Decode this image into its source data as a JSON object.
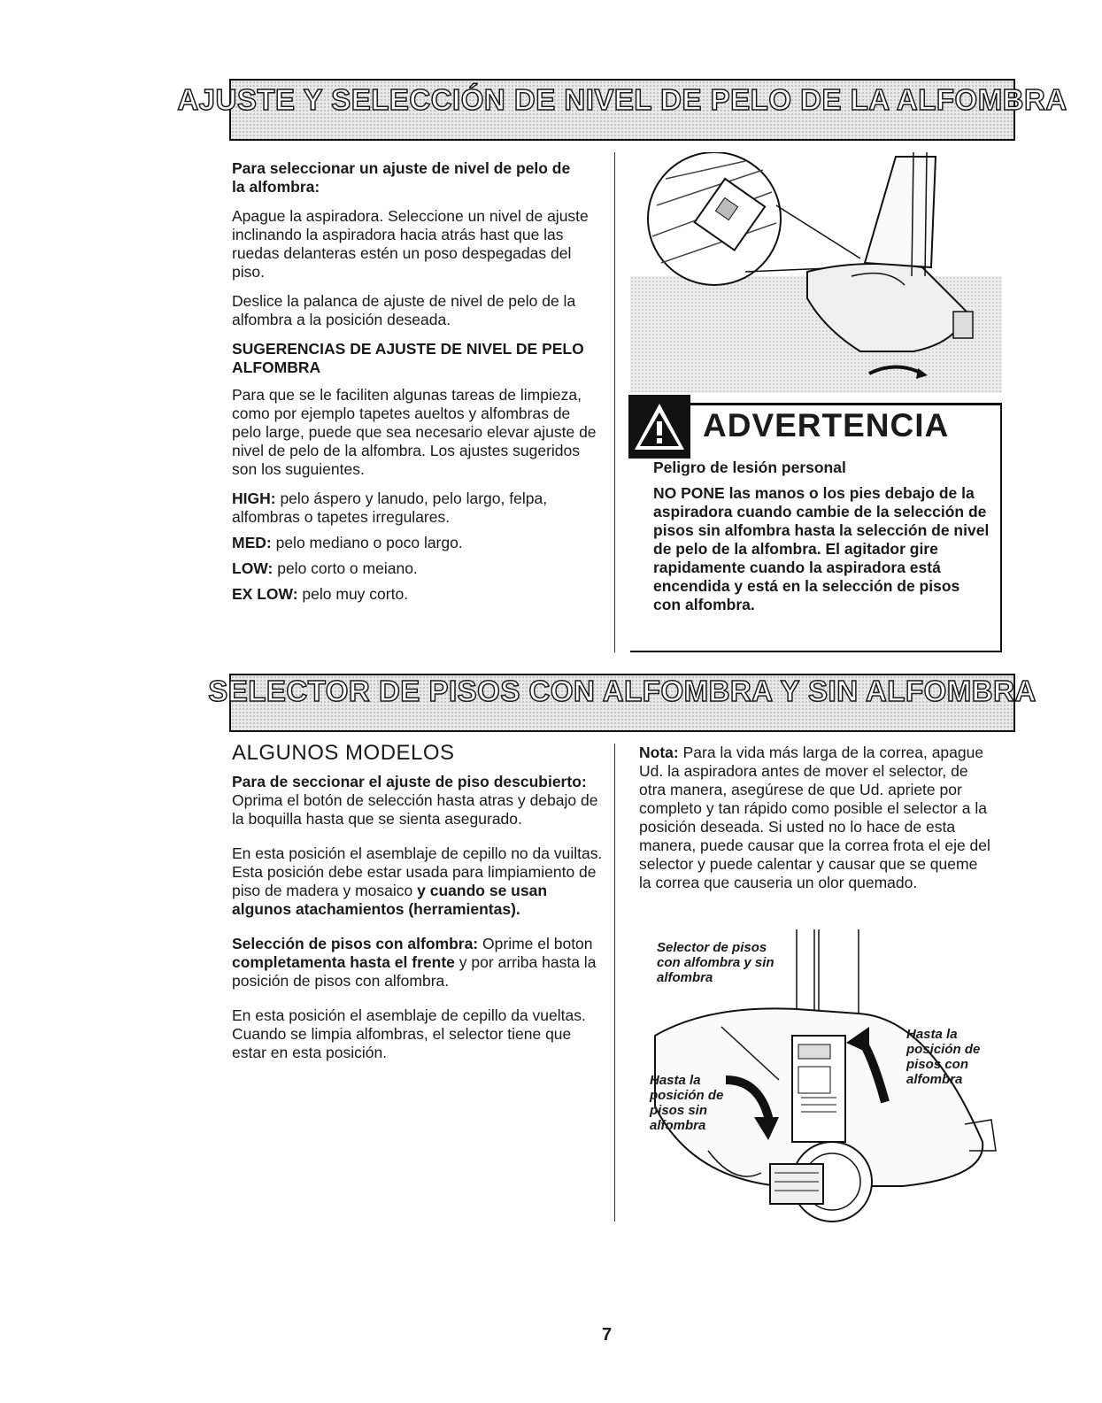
{
  "section1": {
    "title": "AJUSTE Y SELECCIÓN DE NIVEL DE PELO DE LA ALFOMBRA",
    "heading": "Para seleccionar un ajuste de nivel de pelo de la alfombra:",
    "p1": "Apague la aspiradora. Seleccione un nivel de ajuste inclinando la aspiradora hacia atrás hast que las ruedas delanteras estén un poso despegadas del piso.",
    "p2": "Deslice la palanca de ajuste de nivel de pelo de la alfombra a la posición deseada.",
    "tips_heading": "SUGERENCIAS DE AJUSTE DE NIVEL DE PELO ALFOMBRA",
    "tips_text": "Para que se le faciliten algunas tareas de limpieza, como por ejemplo tapetes aueltos y alfombras de pelo large, puede que sea necesario elevar ajuste de nivel de pelo de la alfombra. Los ajustes sugeridos son los suguientes.",
    "levels": [
      {
        "label": "HIGH:",
        "text": "pelo áspero y lanudo, pelo largo, felpa, alfombras o tapetes irregulares."
      },
      {
        "label": "MED:",
        "text": "pelo mediano o poco largo."
      },
      {
        "label": "LOW:",
        "text": "pelo corto o meiano."
      },
      {
        "label": "EX LOW:",
        "text": "pelo muy corto."
      }
    ]
  },
  "warning": {
    "title": "ADVERTENCIA",
    "subtitle": "Peligro de lesión personal",
    "text": "NO PONE las manos o los pies debajo de la aspiradora cuando cambie de la selección de pisos sin alfombra hasta la selección de nivel de pelo de la alfombra. El agitador gire rapidamente cuando la aspiradora está encendida y está en la selección de pisos con alfombra."
  },
  "section2": {
    "title": "SELECTOR DE PISOS CON ALFOMBRA Y SIN ALFOMBRA",
    "subheading": "ALGUNOS MODELOS",
    "bare_label": "Para de seccionar el ajuste de piso descubierto:",
    "bare_text": "Oprima el botón de selección hasta atras y debajo de la boquilla hasta que se sienta asegurado.",
    "p2_plain": "En esta posición el asemblaje de cepillo no da vuiltas. Esta posición debe estar usada para limpiamiento de piso de madera y mosaico",
    "p2_bold": "y cuando se usan algunos atachamientos (herramientas).",
    "carpet_label": "Selección de pisos con alfombra:",
    "carpet_text1": "Oprime el boton",
    "carpet_bold": "completamenta hasta el frente",
    "carpet_text2": "y por arriba hasta la posición de pisos con alfombra.",
    "p4": "En esta posición el asemblaje de cepillo da vueltas. Cuando se limpia alfombras, el selector tiene que estar en esta posición.",
    "note_label": "Nota:",
    "note_text": "Para la vida más larga de la correa, apague Ud. la aspiradora antes de mover el selector, de otra manera, asegúrese de que Ud. apriete por completo y tan rápido como posible el selector a la posición deseada. Si usted no lo hace de esta manera, puede causar que la correa frota el eje del selector y puede calentar y causar que se queme la correa que causeria un olor quemado.",
    "fig_labels": {
      "selector": "Selector de pisos con alfombra y sin alfombra",
      "bare": "Hasta la posición de pisos sin alfombra",
      "carpet": "Hasta la posición de pisos con alfombra"
    }
  },
  "page_number": "7"
}
